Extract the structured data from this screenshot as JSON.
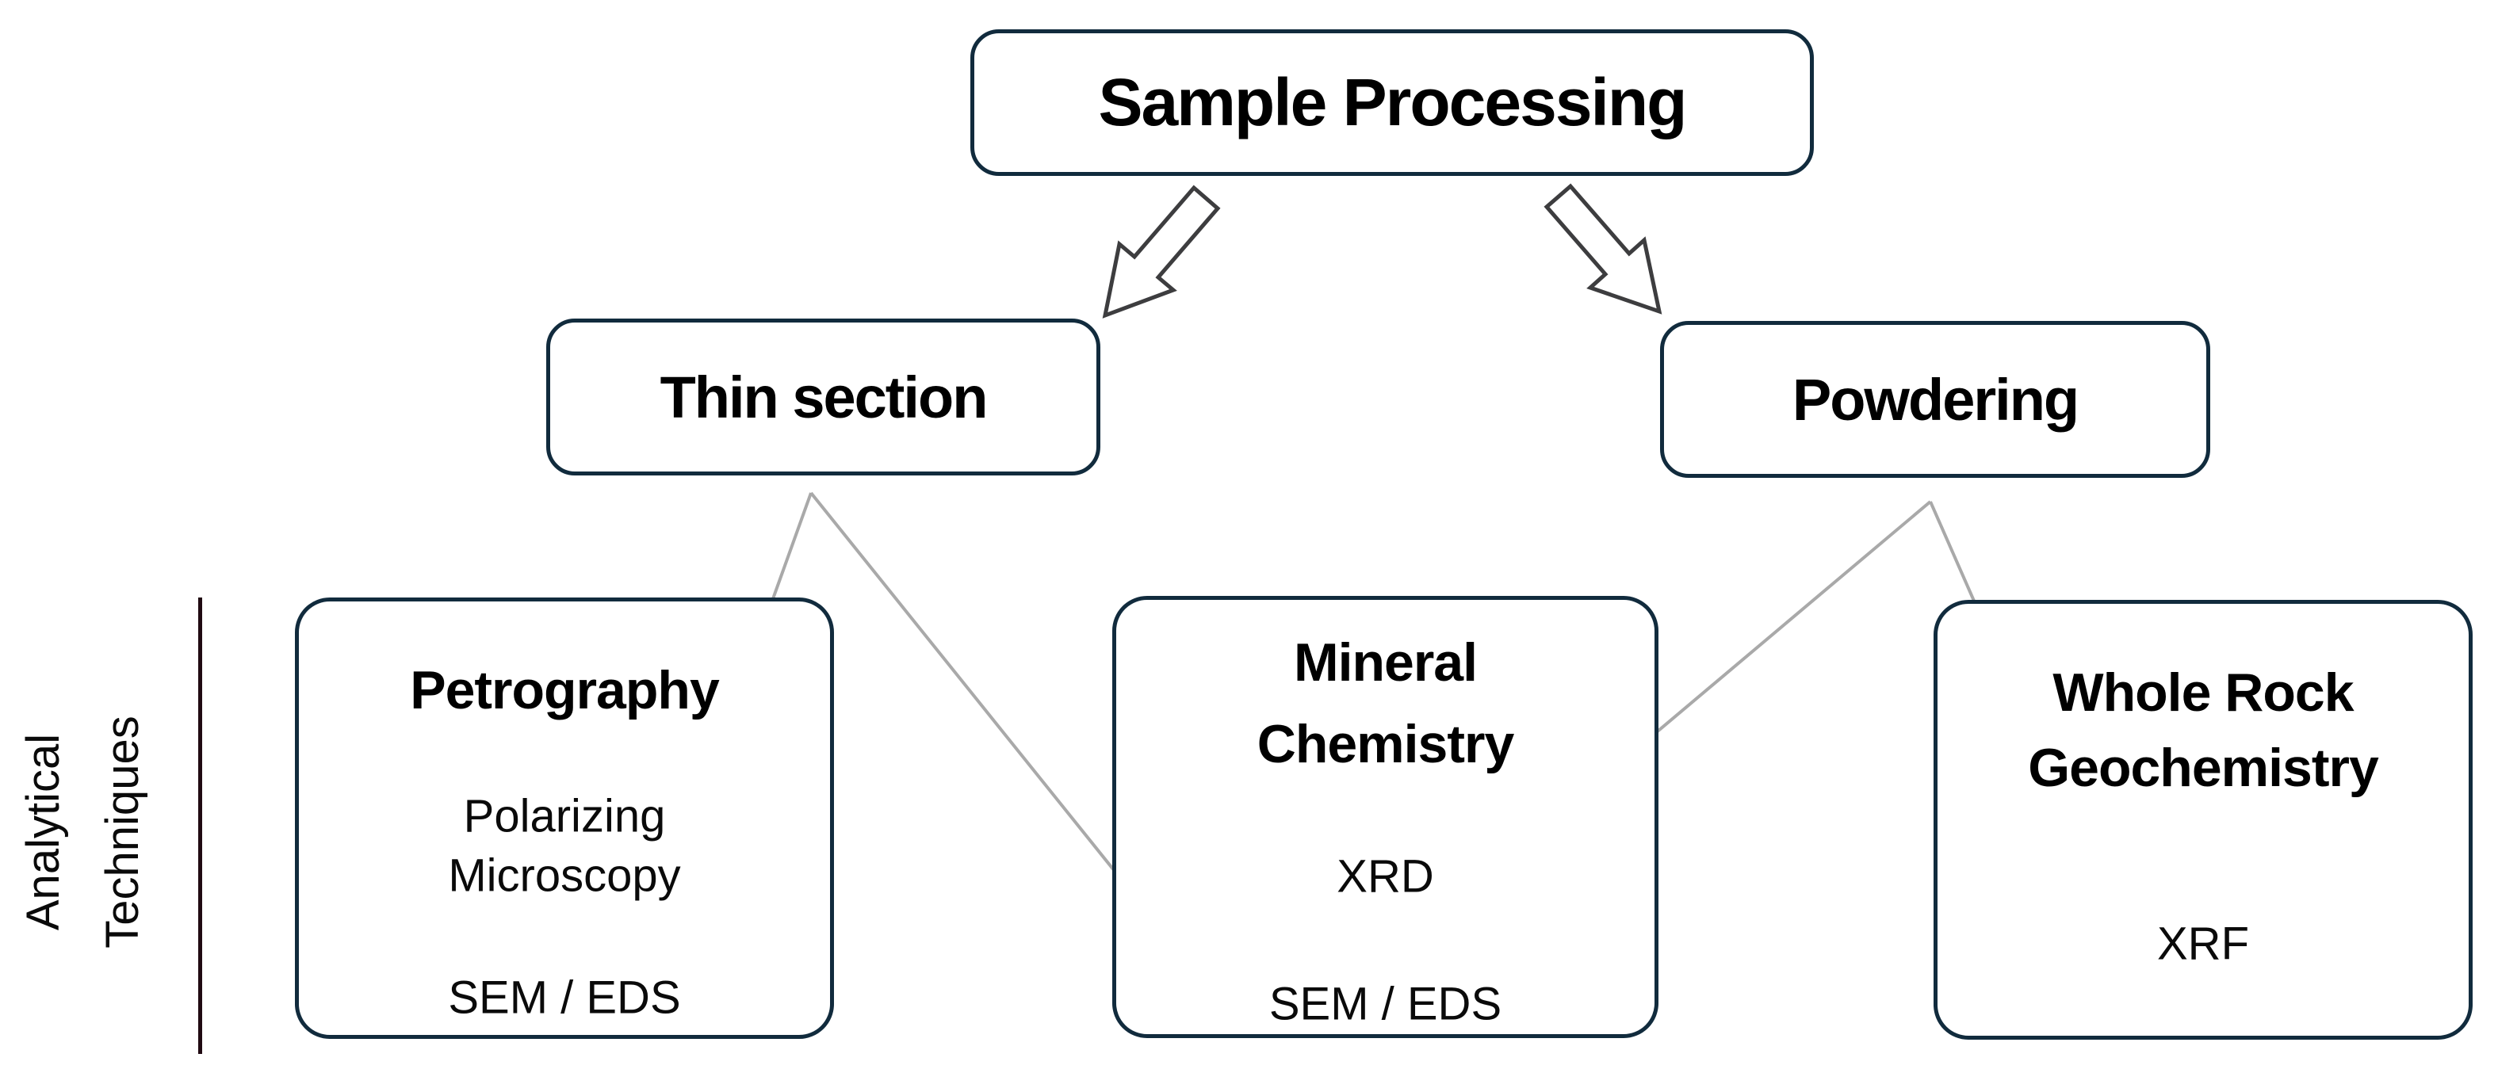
{
  "title": "Sample processing and analytical techniques flowchart",
  "nodes": {
    "sample_processing": {
      "label": "Sample Processing"
    },
    "thin_section": {
      "label": "Thin section"
    },
    "powdering": {
      "label": "Powdering"
    },
    "petrography": {
      "title": "Petrography",
      "item1": "Polarizing",
      "item2": "Microscopy",
      "item3": "SEM / EDS"
    },
    "mineral_chemistry": {
      "title1": "Mineral",
      "title2": "Chemistry",
      "item1": "XRD",
      "item2": "SEM / EDS"
    },
    "whole_rock_geochemistry": {
      "title1": "Whole Rock",
      "title2": "Geochemistry",
      "item1": "XRF"
    }
  },
  "sidebar": {
    "label_line1": "Analytical",
    "label_line2": "Techniques"
  },
  "edges": [
    {
      "from": "Sample Processing",
      "to": "Thin section",
      "style": "block-arrow"
    },
    {
      "from": "Sample Processing",
      "to": "Powdering",
      "style": "block-arrow"
    },
    {
      "from": "Thin section",
      "to": "Petrography",
      "style": "thin-arrow"
    },
    {
      "from": "Thin section",
      "to": "Mineral Chemistry (SEM / EDS)",
      "style": "thin-arrow"
    },
    {
      "from": "Powdering",
      "to": "Mineral Chemistry (XRD)",
      "style": "thin-arrow"
    },
    {
      "from": "Powdering",
      "to": "Whole Rock Geochemistry",
      "style": "thin-arrow"
    }
  ],
  "colors": {
    "box_border": "#112b3d",
    "text": "#0a0a0a",
    "thin_arrow": "#a9a9a9",
    "block_arrow_outline": "#3d3d3f",
    "sidebar_line": "#200a12",
    "background": "#ffffff"
  }
}
